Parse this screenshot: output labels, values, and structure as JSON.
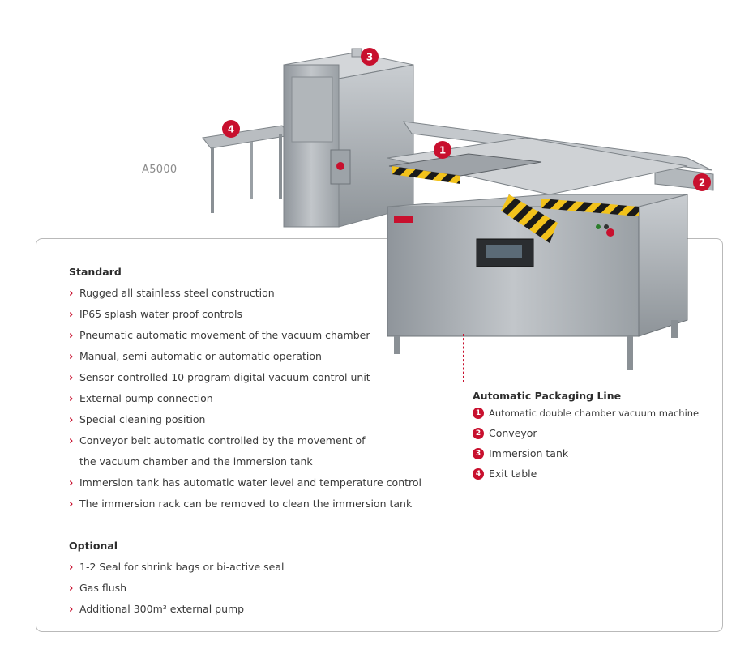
{
  "product": {
    "model": "A5000"
  },
  "callouts": [
    "1",
    "2",
    "3",
    "4"
  ],
  "standard": {
    "title": "Standard",
    "items": [
      "Rugged all stainless steel construction",
      "IP65 splash water proof controls",
      "Pneumatic automatic movement of the vacuum chamber",
      "Manual, semi-automatic or automatic operation",
      "Sensor controlled 10 program digital vacuum control unit",
      "External pump connection",
      "Special cleaning position",
      "Conveyor belt automatic controlled by the movement of",
      "the vacuum chamber and the immersion tank",
      "Immersion tank has automatic water level and temperature control",
      "The immersion rack can be removed to clean the immersion tank"
    ]
  },
  "optional": {
    "title": "Optional",
    "items": [
      "1-2 Seal for shrink bags or bi-active seal",
      "Gas flush",
      "Additional 300m³ external pump"
    ]
  },
  "legend": {
    "title": "Automatic Packaging Line",
    "items": [
      {
        "num": "1",
        "label": "Automatic double chamber vacuum machine"
      },
      {
        "num": "2",
        "label": "Conveyor"
      },
      {
        "num": "3",
        "label": "Immersion tank"
      },
      {
        "num": "4",
        "label": "Exit table"
      }
    ]
  },
  "colors": {
    "accent": "#c8102e",
    "steel": "#a9aeb3",
    "border": "#b9b9b9"
  }
}
